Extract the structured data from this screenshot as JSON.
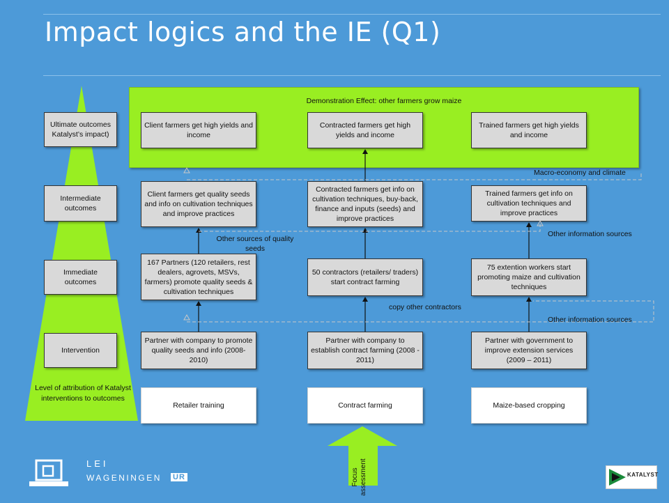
{
  "slide": {
    "title": "Impact logics and the IE (Q1)"
  },
  "band": {
    "title": "Demonstration Effect: other farmers grow maize"
  },
  "levels": {
    "ultimate": "Ultimate outcomes Katalyst’s impact)",
    "intermediate": "Intermediate outcomes",
    "immediate": "Immediate outcomes",
    "intervention": "Intervention",
    "attribution": "Level of attribution of Katalyst interventions to outcomes"
  },
  "columns": {
    "retailer": {
      "ultimate": "Client farmers get high yields and income",
      "intermediate": "Client farmers get quality seeds and info on cultivation techniques and improve practices",
      "immediate": "167 Partners (120 retailers, rest dealers, agrovets, MSVs, farmers) promote quality seeds & cultivation techniques",
      "intervention": "Partner with company to promote quality seeds and info (2008-2010)",
      "footer": "Retailer training"
    },
    "contract": {
      "ultimate": "Contracted farmers get high yields and income",
      "intermediate": "Contracted farmers get info on cultivation techniques, buy-back, finance and inputs (seeds) and improve practices",
      "immediate": "50 contractors (retailers/ traders) start contract farming",
      "intervention": "Partner with company to establish contract farming (2008 - 2011)",
      "footer": "Contract farming"
    },
    "maize": {
      "ultimate": "Trained farmers get high yields and income",
      "intermediate": "Trained farmers get info on cultivation techniques and improve practices",
      "immediate": "75 extention workers start promoting maize and cultivation techniques",
      "intervention": "Partner with government to improve extension services (2009 – 2011)",
      "footer": "Maize-based cropping"
    }
  },
  "annotations": {
    "macro": "Macro-economy and climate",
    "other_seeds": "Other sources of quality seeds",
    "other_info_1": "Other information sources",
    "copy_contractors": "copy other contractors",
    "other_info_2": "Other information sources"
  },
  "focus": {
    "label": "Focus assessment"
  },
  "logos": {
    "lei": "LEI",
    "wageningen": "WAGENINGEN",
    "ur": "UR",
    "katalyst": "KATALYST"
  },
  "colors": {
    "background": "#4d9ad8",
    "green": "#99ee22",
    "box": "#d9d9d9"
  }
}
